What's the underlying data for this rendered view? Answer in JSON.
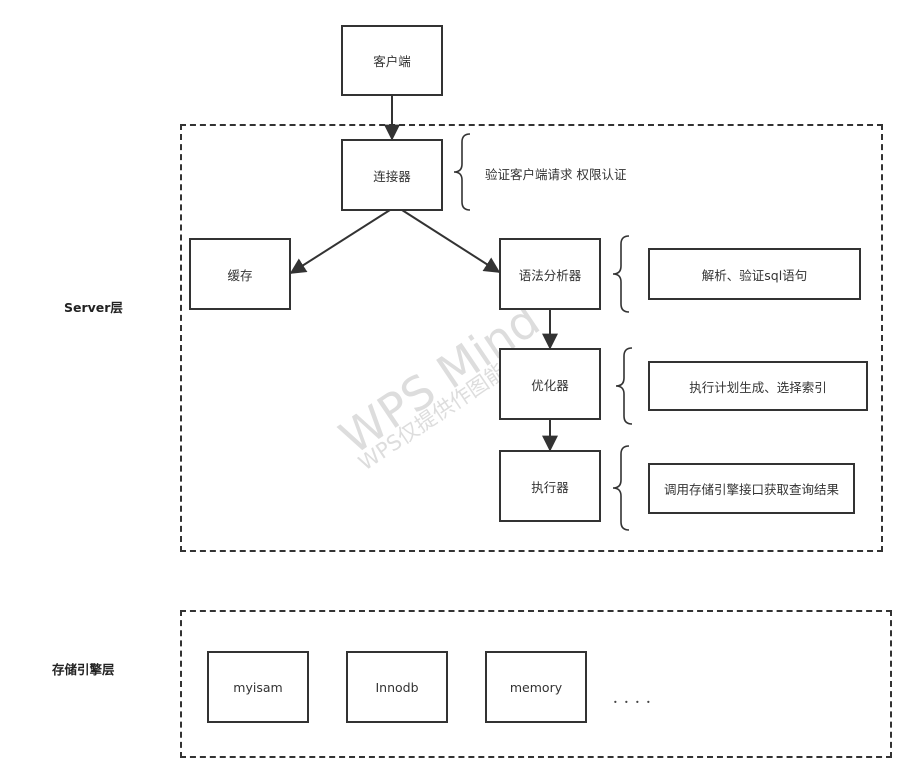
{
  "layers": {
    "server": "Server层",
    "storage": "存储引擎层"
  },
  "nodes": {
    "client": "客户端",
    "connector": "连接器",
    "cache": "缓存",
    "parser": "语法分析器",
    "optimizer": "优化器",
    "executor": "执行器"
  },
  "notes": {
    "connector": "验证客户端请求 权限认证",
    "parser": "解析、验证sql语句",
    "optimizer": "执行计划生成、选择索引",
    "executor": "调用存储引擎接口获取查询结果"
  },
  "engines": [
    "myisam",
    "Innodb",
    "memory"
  ],
  "engines_more": "．．．．",
  "watermark": {
    "main": "WPS Mind",
    "sub": "WPS仅提供作图能力"
  },
  "colors": {
    "stroke": "#333333",
    "watermark": "#dddddd"
  }
}
